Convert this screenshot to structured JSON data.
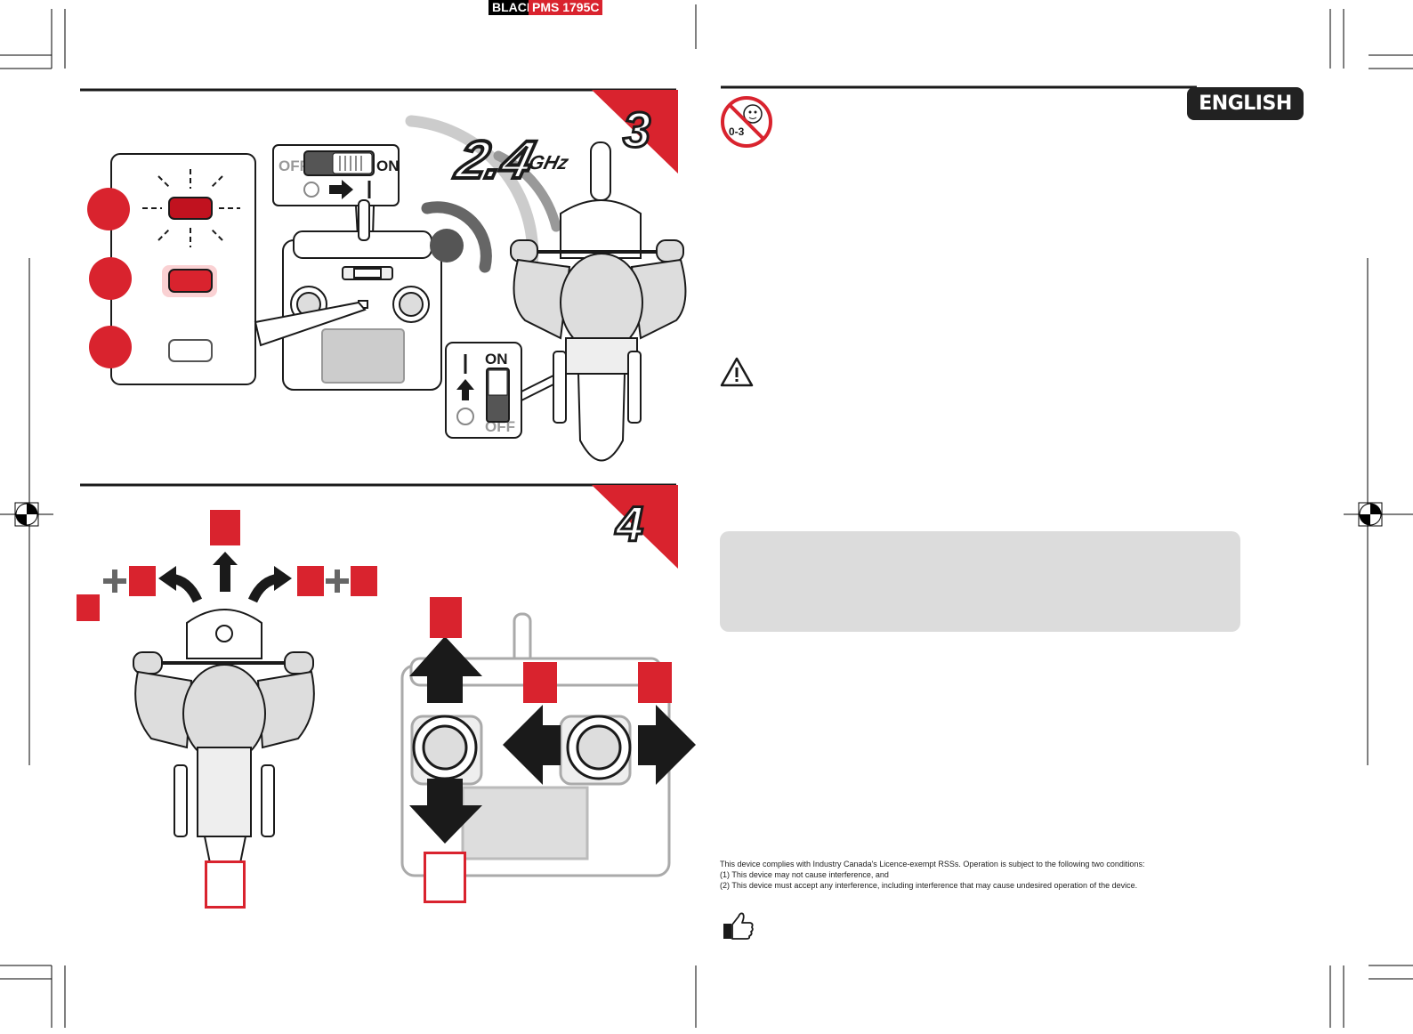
{
  "print_marks": {
    "black": "BLACK",
    "pms": "PMS 1795C"
  },
  "language_tab": "ENGLISH",
  "age_warning_icon": {
    "icon": "no-children-under-3-icon",
    "label": "0-3"
  },
  "step3": {
    "number": "3",
    "frequency_badge": {
      "value": "2.4",
      "unit": "GHz"
    },
    "led_states_icon": "led-status-icons",
    "controller_switch": {
      "off": "OFF",
      "on": "ON"
    },
    "vehicle_switch": {
      "on": "ON",
      "off": "OFF"
    }
  },
  "step4": {
    "number": "4"
  },
  "ic_statement": {
    "line1": "This device complies with Industry Canada's Licence-exempt RSSs. Operation is subject to the following two conditions:",
    "line2": "(1) This device may not cause interference, and",
    "line3": "(2) This device must accept any interference, including interference that may cause undesired operation of the device."
  },
  "thumbs_up_icon": "thumbs-up-icon",
  "colors": {
    "accent_red": "#d9232e",
    "ink": "#1a1a1a",
    "panel_gray": "#dcdcdc"
  }
}
